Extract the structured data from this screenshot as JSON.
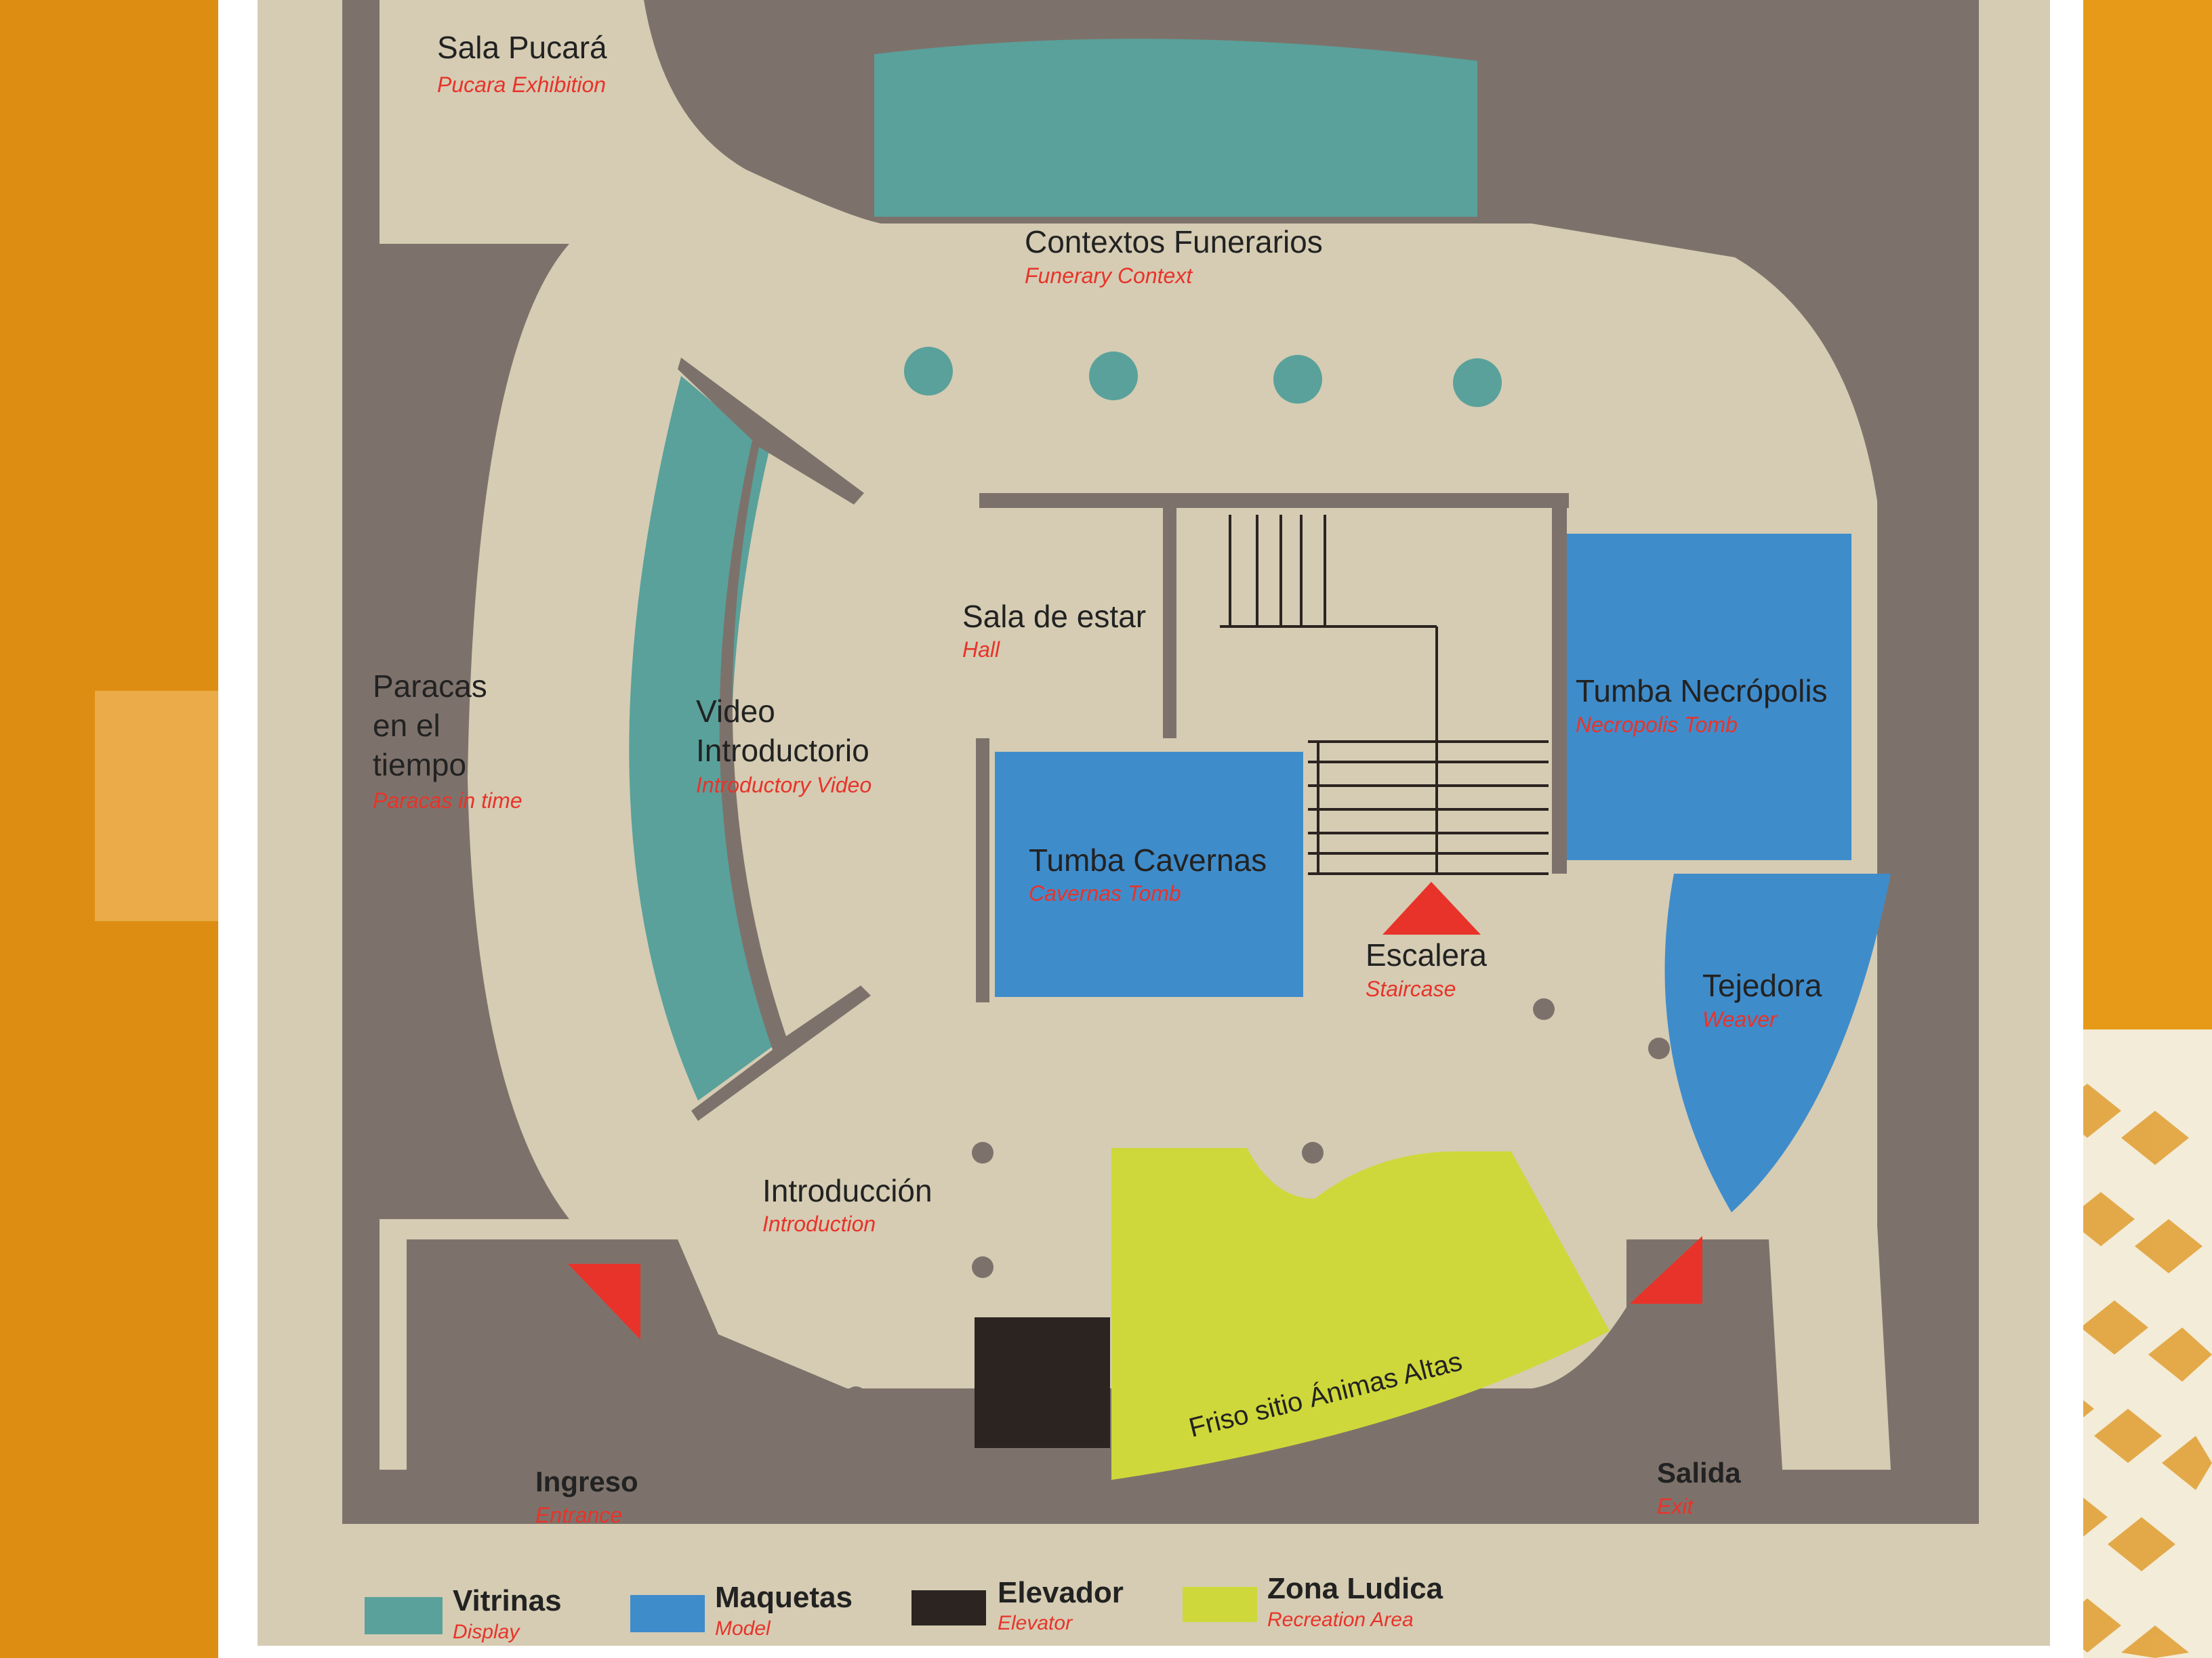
{
  "colors": {
    "wall": "#7d726b",
    "floor": "#d5ccb3",
    "display": "#5aa19b",
    "model": "#3f8ccb",
    "elevator": "#2b2421",
    "recreation": "#cfd83a",
    "marker": "#e8332a",
    "backdrop": "#e69a18"
  },
  "rooms": {
    "sala_pucara": {
      "es": "Sala Pucará",
      "en": "Pucara Exhibition"
    },
    "contextos_funerarios": {
      "es": "Contextos Funerarios",
      "en": "Funerary Context"
    },
    "paracas": {
      "es_line1": "Paracas",
      "es_line2": "en el",
      "es_line3": "tiempo",
      "en": "Paracas in time"
    },
    "video": {
      "es_line1": "Video",
      "es_line2": "Introductorio",
      "en": "Introductory Video"
    },
    "sala_estar": {
      "es": "Sala de estar",
      "en": "Hall"
    },
    "tumba_necropolis": {
      "es": "Tumba Necrópolis",
      "en": "Necropolis Tomb"
    },
    "tumba_cavernas": {
      "es": "Tumba Cavernas",
      "en": "Cavernas Tomb"
    },
    "escalera": {
      "es": "Escalera",
      "en": "Staircase"
    },
    "tejedora": {
      "es": "Tejedora",
      "en": "Weaver"
    },
    "introduccion": {
      "es": "Introducción",
      "en": "Introduction"
    },
    "friso": {
      "es": "Friso sitio Ánimas Altas"
    },
    "ingreso": {
      "es": "Ingreso",
      "en": "Entrance"
    },
    "salida": {
      "es": "Salida",
      "en": "Exit"
    }
  },
  "legend": [
    {
      "key": "display",
      "es": "Vitrinas",
      "en": "Display"
    },
    {
      "key": "model",
      "es": "Maquetas",
      "en": "Model"
    },
    {
      "key": "elevator",
      "es": "Elevador",
      "en": "Elevator"
    },
    {
      "key": "recreation",
      "es": "Zona Ludica",
      "en": "Recreation Area"
    }
  ]
}
